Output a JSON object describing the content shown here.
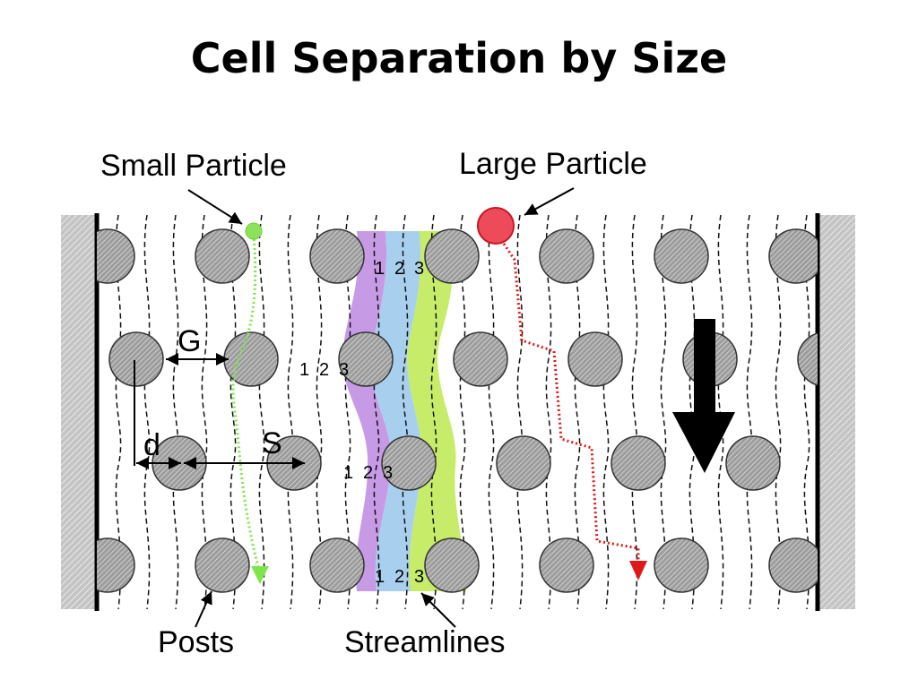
{
  "title": "Cell Separation by Size",
  "labels": {
    "small_particle": "Small Particle",
    "large_particle": "Large Particle",
    "posts": "Posts",
    "streamlines": "Streamlines",
    "gap": "G",
    "diameter": "d",
    "spacing": "S"
  },
  "streamline_numbers": [
    "1",
    "2",
    "3"
  ],
  "colors": {
    "lane_1": "#c79ae6",
    "lane_2": "#a9cfee",
    "lane_3": "#c6ec6a",
    "small_particle": "#8ee25a",
    "small_path": "#7ee64a",
    "large_particle": "#ee4b5a",
    "large_path": "#e01818",
    "post_fill": "#9a9a9a",
    "wall_hatch": "#b8b8b8",
    "flow_arrow": "#000000"
  },
  "icons": {
    "flow_direction": "arrow-down-icon",
    "wall": "hatched-wall-icon",
    "post": "hatched-circle-icon"
  }
}
